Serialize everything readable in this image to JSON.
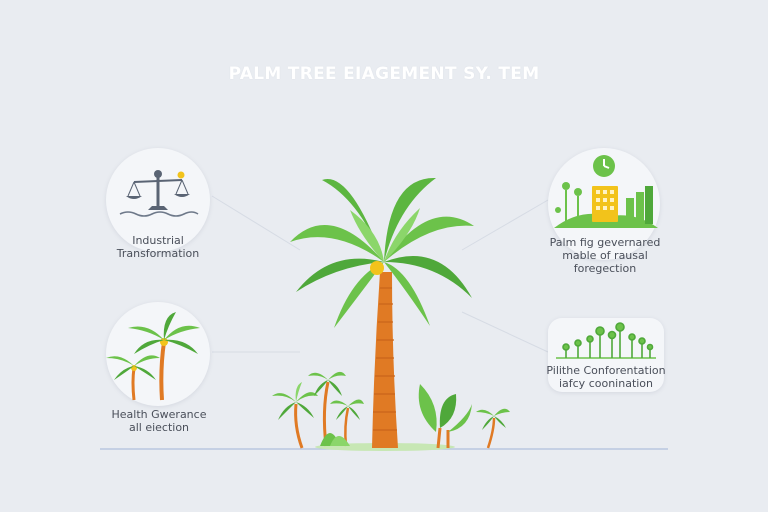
{
  "title": "PALM TREE EIAGEMENT SY. TEM",
  "nodes": {
    "industrial": {
      "lines": [
        "Industrial",
        "Transformation"
      ],
      "icon": "scales-of-justice-icon"
    },
    "health": {
      "lines": [
        "Health Gwerance",
        "all eiection"
      ],
      "icon": "palm-pair-icon"
    },
    "environment": {
      "lines": [
        "Palm fig gevernared",
        "mable of rausal",
        "foregection"
      ],
      "icon": "city-growth-clock-icon"
    },
    "policy": {
      "lines": [
        "Pilithe Conforentation",
        "iafcy coonination"
      ],
      "icon": "palm-row-icon"
    }
  },
  "colors": {
    "background": "#e9ecf1",
    "leaf": "#6cc24a",
    "leaf_dark": "#4fa83a",
    "trunk": "#e07a24",
    "coconut": "#f2c31b",
    "ground": "#b9c7df"
  }
}
